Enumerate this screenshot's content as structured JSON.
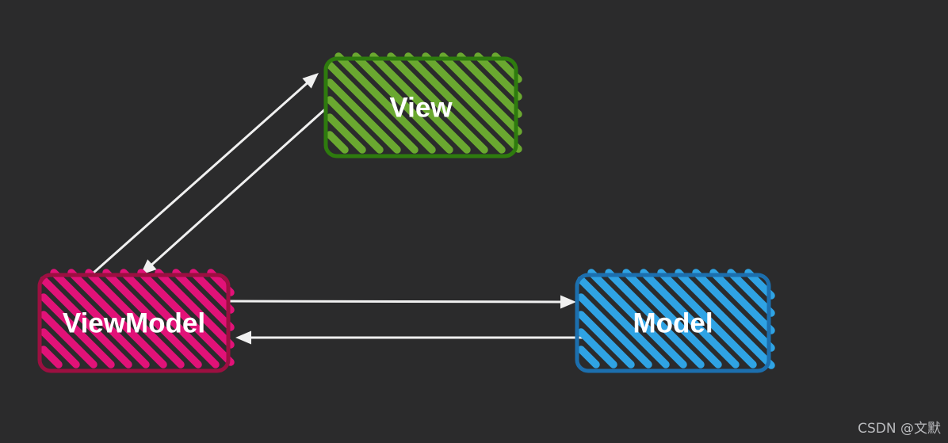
{
  "background_color": "#2b2b2c",
  "nodes": {
    "view": {
      "label": "View",
      "stripe_color": "#6aa830",
      "border_color": "#2e7b0e",
      "text_color": "#ffffff"
    },
    "viewmodel": {
      "label": "ViewModel",
      "stripe_color": "#e11278",
      "border_color": "#9c0f41",
      "text_color": "#ffffff"
    },
    "model": {
      "label": "Model",
      "stripe_color": "#2fa3e4",
      "border_color": "#1c6fae",
      "text_color": "#ffffff"
    }
  },
  "arrows": {
    "color": "#f0f0f0",
    "items": [
      {
        "name": "viewmodel-to-view"
      },
      {
        "name": "view-to-viewmodel"
      },
      {
        "name": "viewmodel-to-model"
      },
      {
        "name": "model-to-viewmodel"
      }
    ]
  },
  "watermark": {
    "text": "CSDN @文默",
    "color": "#b9babd"
  }
}
